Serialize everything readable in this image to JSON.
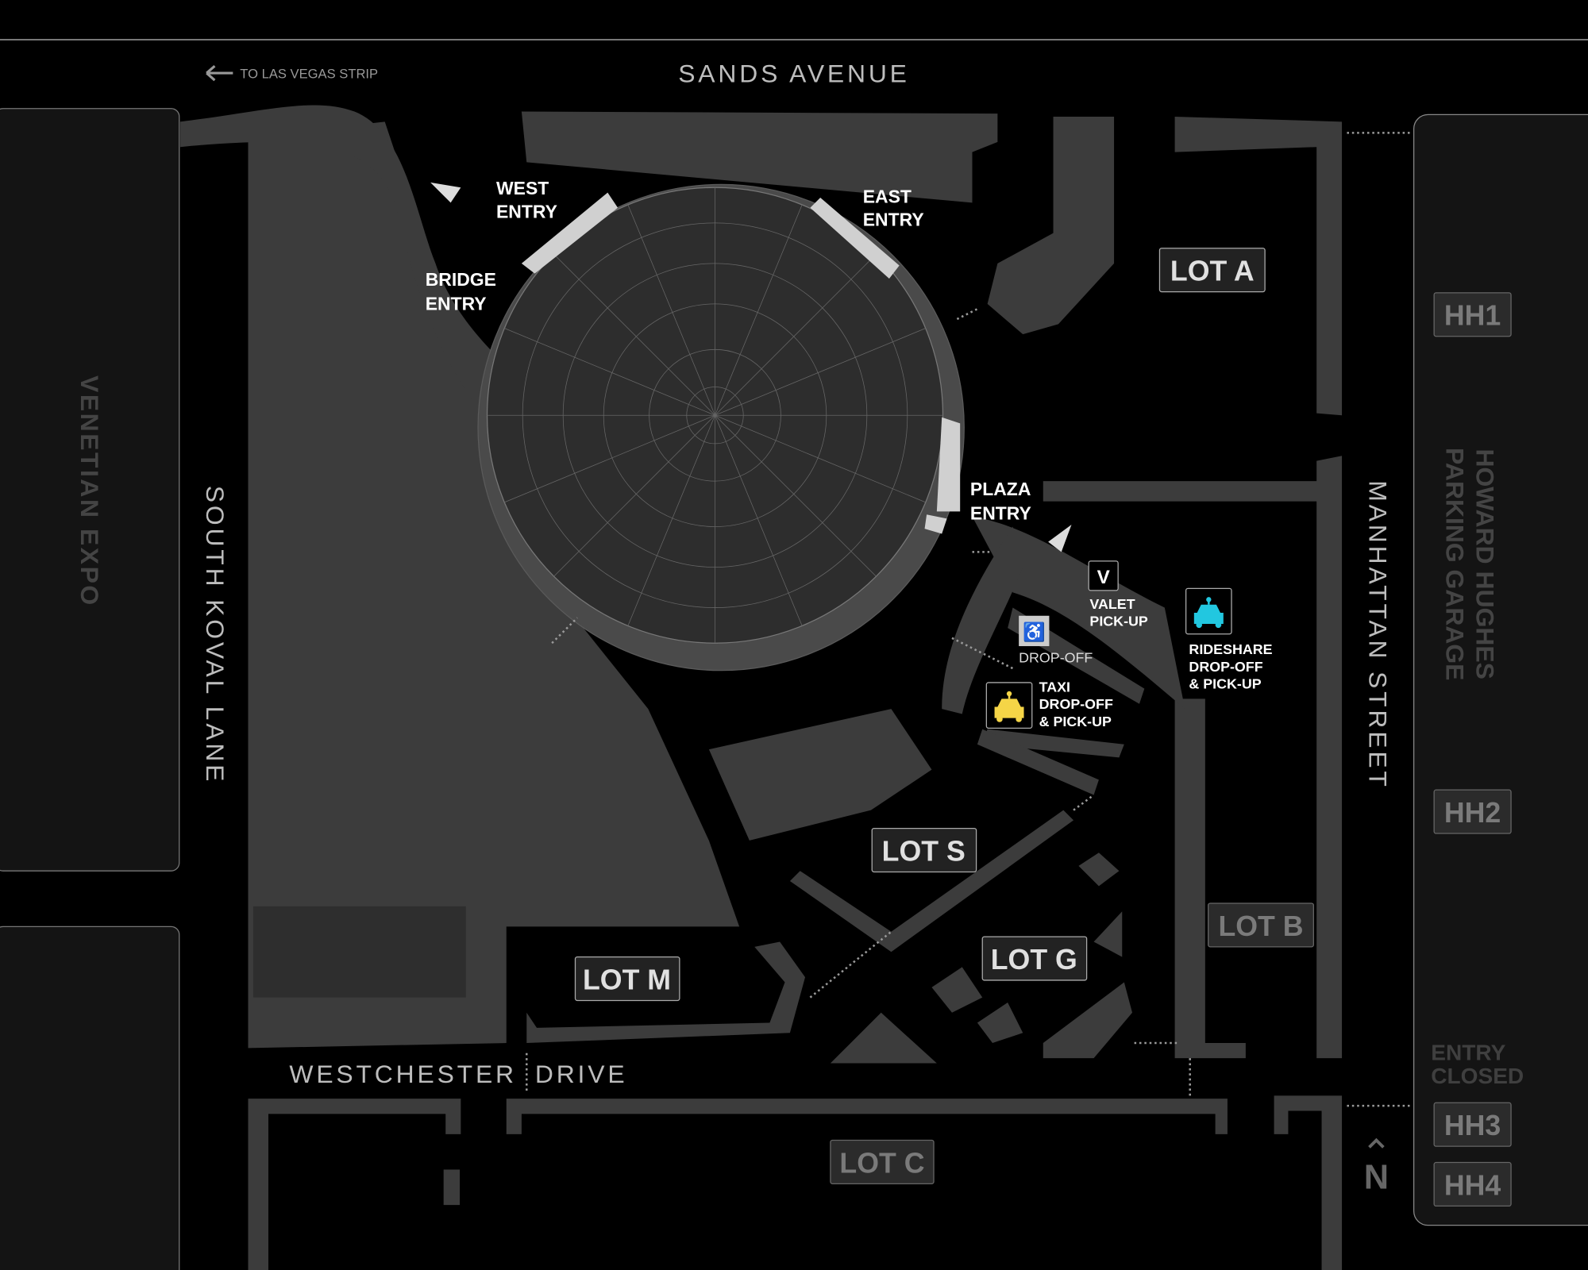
{
  "streets": {
    "north": "SANDS AVENUE",
    "west": "SOUTH KOVAL LANE",
    "east": "MANHATTAN STREET",
    "south_a": "WESTCHESTER",
    "south_b": "DRIVE",
    "strip_link": "TO LAS VEGAS STRIP"
  },
  "buildings": {
    "venetian": "VENETIAN EXPO",
    "howard_hughes_line1": "HOWARD HUGHES",
    "howard_hughes_line2": "PARKING GARAGE"
  },
  "entries": {
    "west": [
      "WEST",
      "ENTRY"
    ],
    "east": [
      "EAST",
      "ENTRY"
    ],
    "bridge": [
      "BRIDGE",
      "ENTRY"
    ],
    "plaza": [
      "PLAZA",
      "ENTRY"
    ]
  },
  "lots": {
    "a": "LOT A",
    "b": "LOT B",
    "c": "LOT C",
    "g": "LOT G",
    "m": "LOT M",
    "s": "LOT S",
    "hh1": "HH1",
    "hh2": "HH2",
    "hh3": "HH3",
    "hh4": "HH4",
    "entry_closed": [
      "ENTRY",
      "CLOSED"
    ]
  },
  "services": {
    "valet_icon_letter": "V",
    "valet": [
      "VALET",
      "PICK-UP"
    ],
    "dropoff": "DROP-OFF",
    "taxi": [
      "TAXI",
      "DROP-OFF",
      "& PICK-UP"
    ],
    "rideshare": [
      "RIDESHARE",
      "DROP-OFF",
      "& PICK-UP"
    ]
  },
  "compass": "N",
  "colors": {
    "background": "#000000",
    "ground": "#3c3c3c",
    "taxi": "#f5d547",
    "rideshare": "#22c7e0"
  }
}
